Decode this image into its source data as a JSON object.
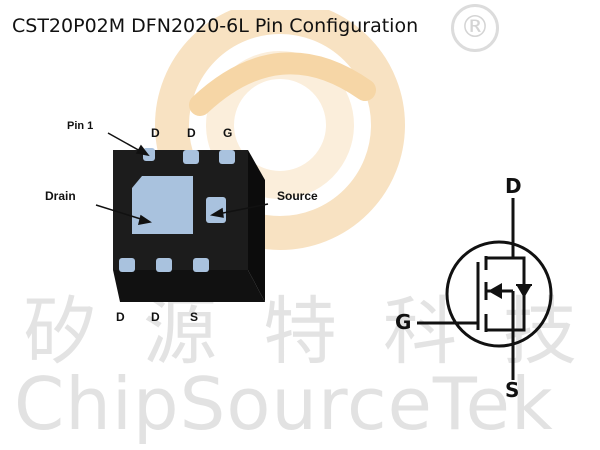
{
  "title": "CST20P02M DFN2020-6L Pin Configuration",
  "registered_mark": "®",
  "watermark": {
    "chinese": [
      "矽",
      "源",
      "特",
      "科",
      "技"
    ],
    "english": "ChipSourceTek"
  },
  "package": {
    "top_pins": [
      "D",
      "D",
      "G"
    ],
    "bottom_pins": [
      "D",
      "D",
      "S"
    ],
    "callouts": {
      "pin1": "Pin 1",
      "drain": "Drain",
      "source": "Source"
    }
  },
  "symbol": {
    "drain": "D",
    "gate": "G",
    "source": "S"
  },
  "colors": {
    "body": "#1c1c1c",
    "pad": "#a9c2de",
    "watermark_logo": "#f7dcb4"
  }
}
